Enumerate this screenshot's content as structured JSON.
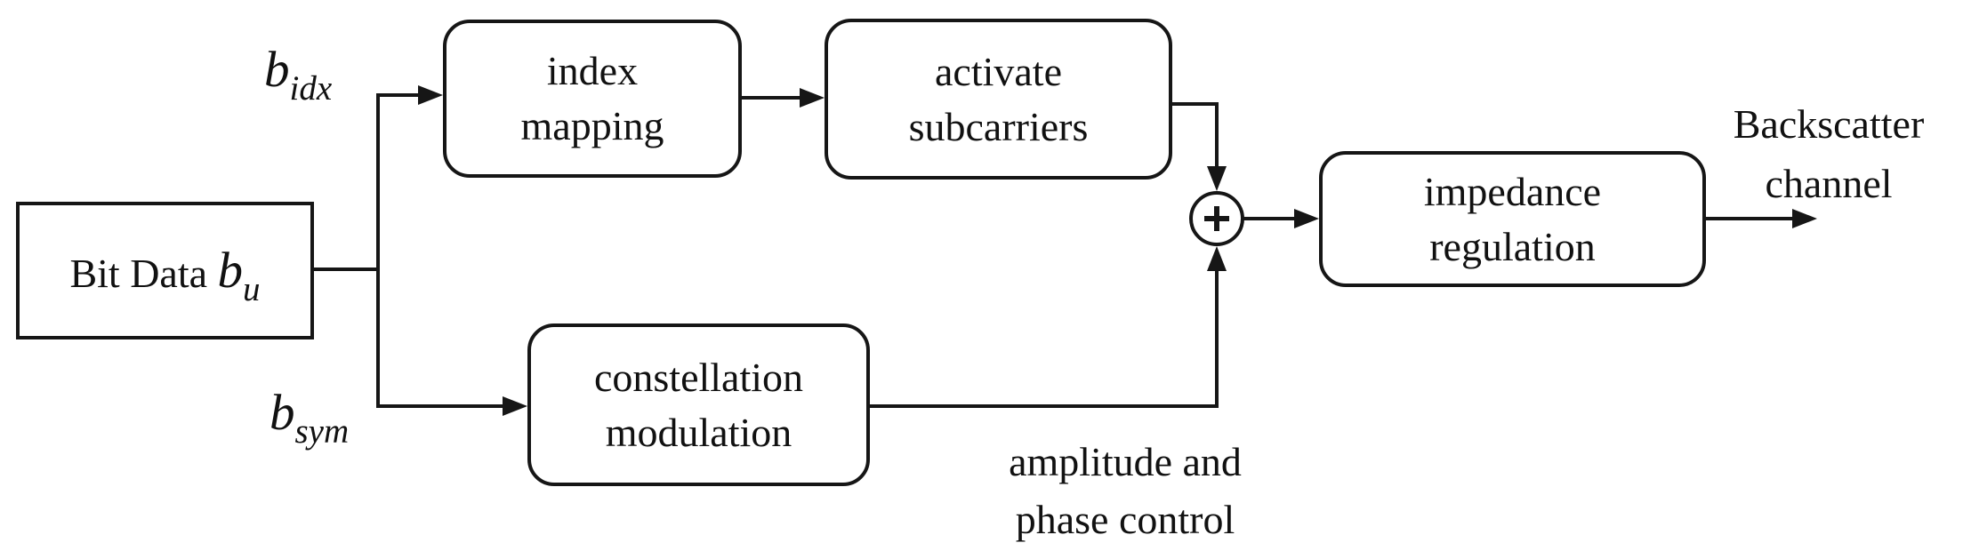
{
  "diagram": {
    "background": "#ffffff",
    "ink_color": "#161616",
    "boxes": {
      "bit_data": {
        "label_prefix": "Bit Data ",
        "var_base": "b",
        "var_sub": "u"
      },
      "index_mapping": {
        "label": "index\nmapping"
      },
      "activate_subcarriers": {
        "label": "activate\nsubcarriers"
      },
      "constellation_modulation": {
        "label": "constellation\nmodulation"
      },
      "impedance_regulation": {
        "label": "impedance\nregulation"
      }
    },
    "signals": {
      "b_idx": {
        "base": "b",
        "sub": "idx"
      },
      "b_sym": {
        "base": "b",
        "sub": "sym"
      }
    },
    "sum_node": {
      "symbol": "+"
    },
    "annotations": {
      "amplitude_phase": "amplitude and\nphase control",
      "backscatter_channel": "Backscatter\nchannel"
    }
  }
}
